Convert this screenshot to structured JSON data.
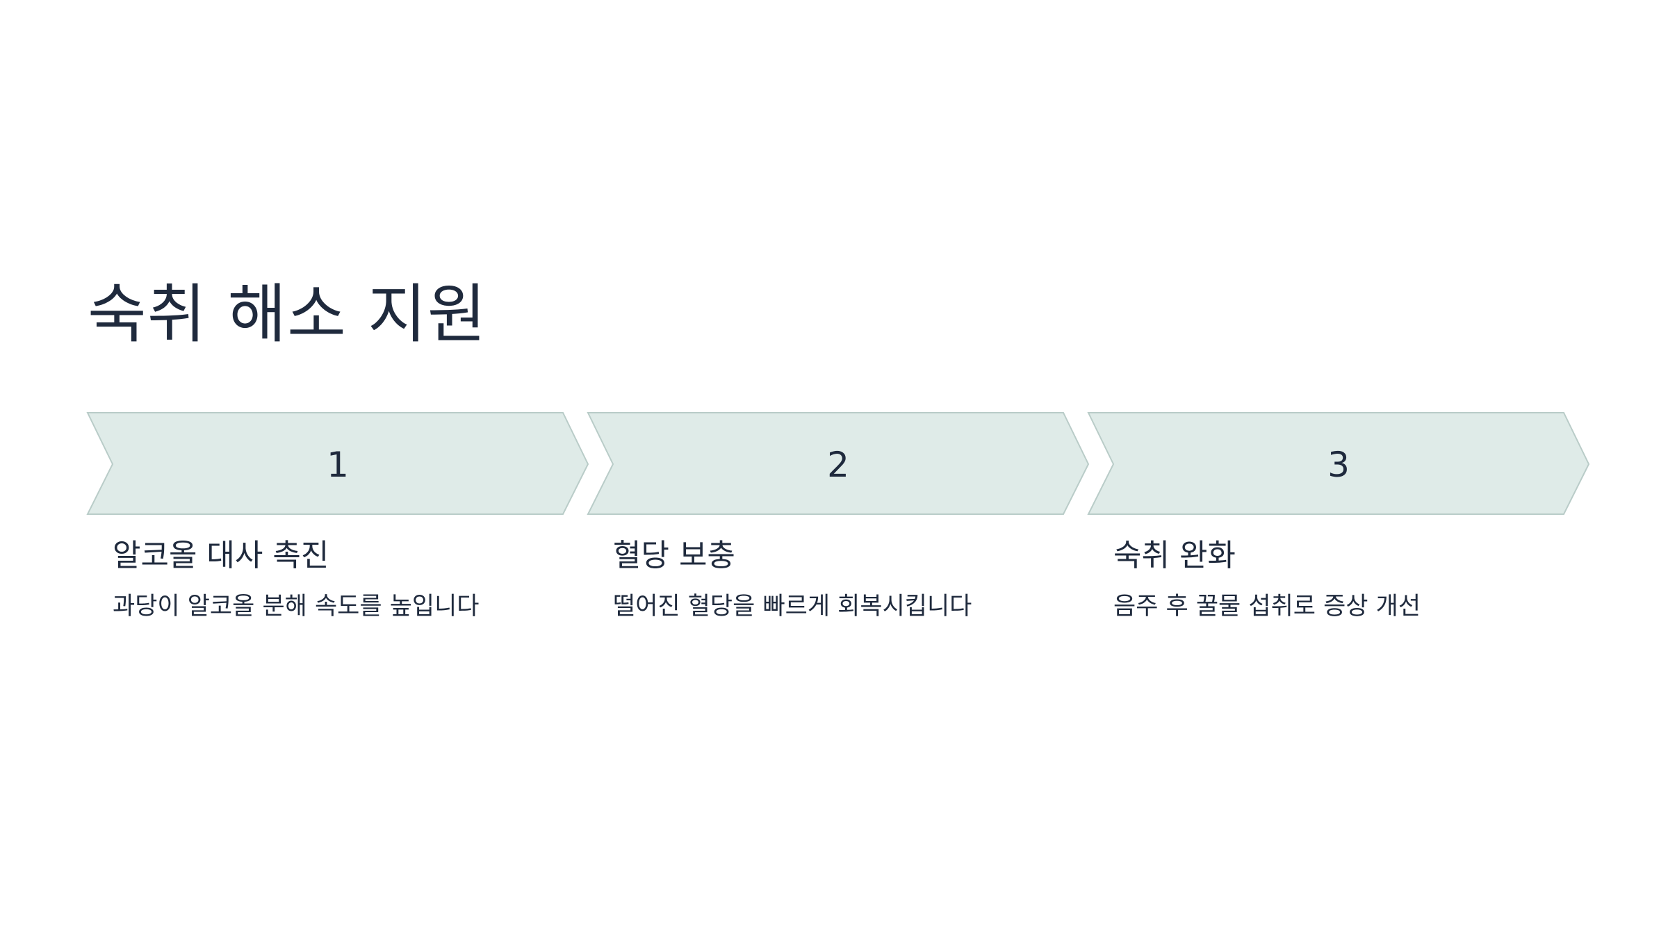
{
  "title": "숙취 해소 지원",
  "colors": {
    "chevron_fill": "#dfebe8",
    "chevron_stroke": "#b9ccc8",
    "text": "#1f2a3d",
    "background": "#ffffff"
  },
  "steps": [
    {
      "number": "1",
      "heading": "알코올 대사 촉진",
      "description": "과당이 알코올 분해 속도를 높입니다"
    },
    {
      "number": "2",
      "heading": "혈당 보충",
      "description": "떨어진 혈당을 빠르게 회복시킵니다"
    },
    {
      "number": "3",
      "heading": "숙취 완화",
      "description": "음주 후 꿀물 섭취로 증상 개선"
    }
  ]
}
